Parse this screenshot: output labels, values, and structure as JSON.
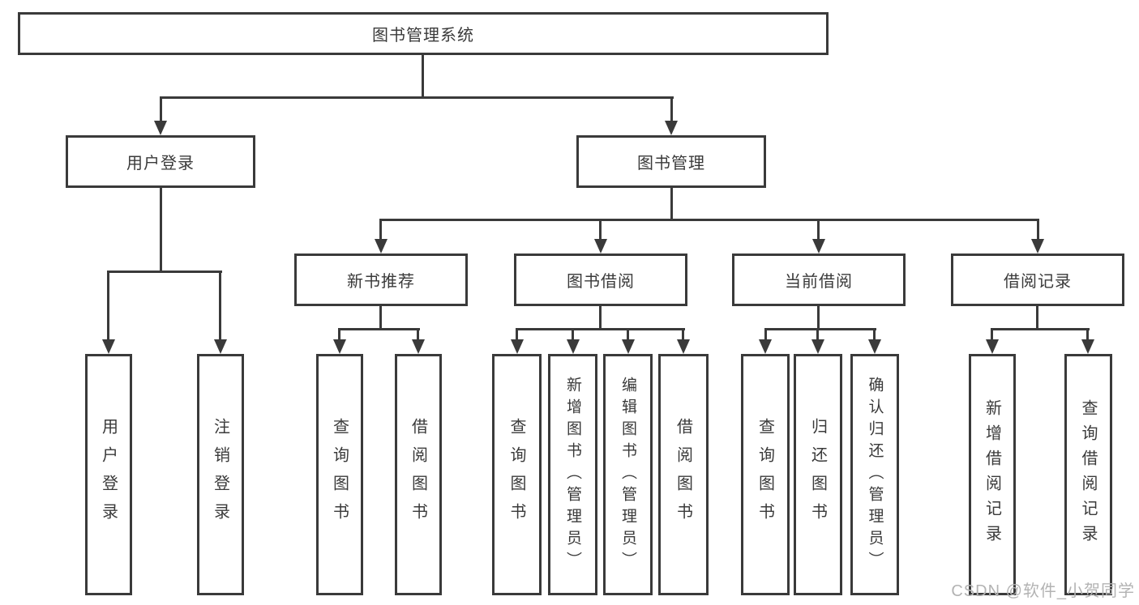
{
  "colors": {
    "line": "#3a3a3a",
    "box_border": "#3a3a3a",
    "text": "#3a3a3a",
    "watermark": "#b3b3b3",
    "background": "#ffffff"
  },
  "watermark": {
    "text": "CSDN @软件_小贺同学"
  },
  "diagram": {
    "root": {
      "label": "图书管理系统"
    },
    "branches": [
      {
        "label": "用户登录",
        "children": [
          {
            "label": "用户登录"
          },
          {
            "label": "注销登录"
          }
        ]
      },
      {
        "label": "图书管理",
        "children": [
          {
            "label": "新书推荐",
            "children": [
              {
                "label": "查询图书"
              },
              {
                "label": "借阅图书"
              }
            ]
          },
          {
            "label": "图书借阅",
            "children": [
              {
                "label": "查询图书"
              },
              {
                "label": "新增图书（管理员）"
              },
              {
                "label": "编辑图书（管理员）"
              },
              {
                "label": "借阅图书"
              }
            ]
          },
          {
            "label": "当前借阅",
            "children": [
              {
                "label": "查询图书"
              },
              {
                "label": "归还图书"
              },
              {
                "label": "确认归还（管理员）"
              }
            ]
          },
          {
            "label": "借阅记录",
            "children": [
              {
                "label": "新增借阅记录"
              },
              {
                "label": "查询借阅记录"
              }
            ]
          }
        ]
      }
    ]
  }
}
